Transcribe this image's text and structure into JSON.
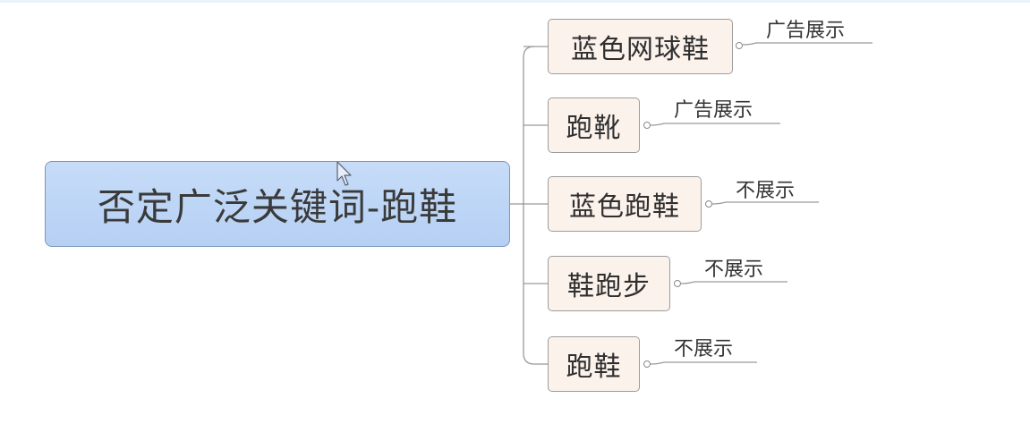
{
  "root": {
    "label": "否定广泛关键词-跑鞋"
  },
  "branches": [
    {
      "label": "蓝色网球鞋",
      "note": "广告展示"
    },
    {
      "label": "跑靴",
      "note": "广告展示"
    },
    {
      "label": "蓝色跑鞋",
      "note": "不展示"
    },
    {
      "label": "鞋跑步",
      "note": "不展示"
    },
    {
      "label": "跑鞋",
      "note": "不展示"
    }
  ],
  "colors": {
    "root_fill": "#c0d8f8",
    "child_fill": "#fcf2ec",
    "line": "#9a9a9a"
  }
}
